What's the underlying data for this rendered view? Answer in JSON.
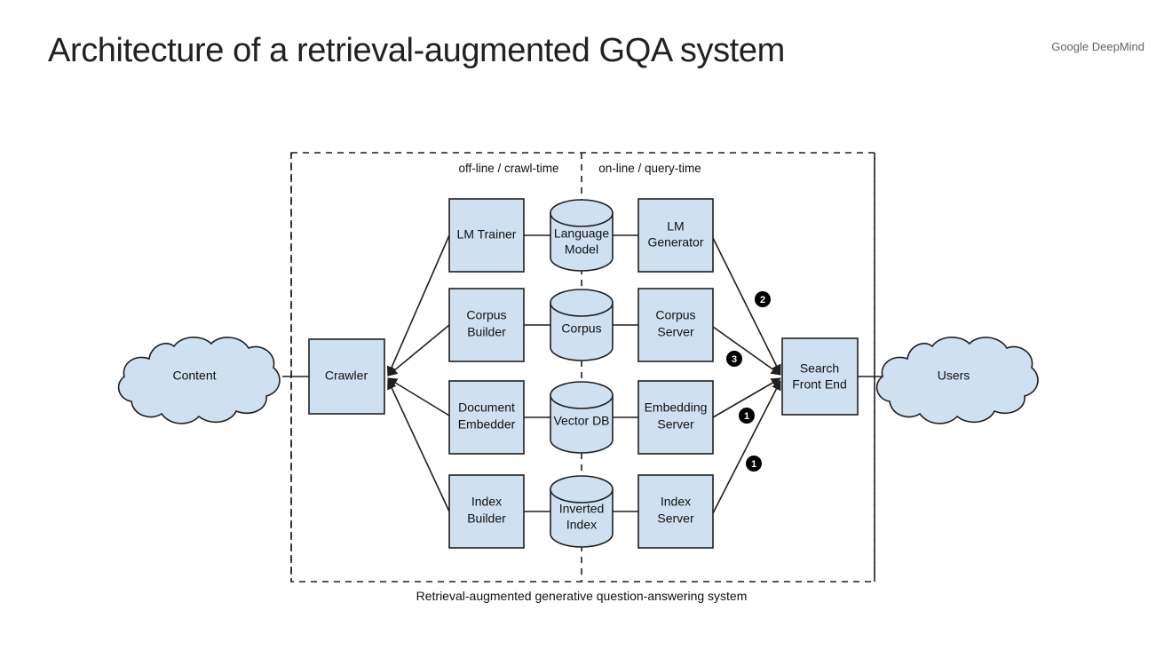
{
  "slide": {
    "title": "Architecture of a retrieval-augmented GQA system",
    "brand": "Google DeepMind",
    "caption": "Retrieval-augmented generative question-answering system"
  },
  "colors": {
    "node_fill": "#cfe0f0",
    "node_stroke": "#1f1f1f",
    "line": "#1f1f1f",
    "badge_fill": "#000000",
    "badge_text": "#ffffff",
    "title_text": "#202124",
    "brand_text": "#5f6368",
    "background": "#ffffff"
  },
  "phases": [
    {
      "id": "offline",
      "label": "off-line / crawl-time"
    },
    {
      "id": "online",
      "label": "on-line / query-time"
    }
  ],
  "external": [
    {
      "id": "content",
      "label": "Content",
      "shape": "cloud",
      "side": "left"
    },
    {
      "id": "users",
      "label": "Users",
      "shape": "cloud",
      "side": "right"
    }
  ],
  "entry": {
    "id": "crawler",
    "label": "Crawler",
    "shape": "box"
  },
  "exit": {
    "id": "search-front-end",
    "label": "Search\nFront End",
    "line1": "Search",
    "line2": "Front End",
    "shape": "box"
  },
  "rows": [
    {
      "id": "row-lm",
      "builder": {
        "id": "lm-trainer",
        "label": "LM Trainer",
        "line1": "LM Trainer",
        "line2": ""
      },
      "store": {
        "id": "language-model",
        "label": "Language Model",
        "line1": "Language",
        "line2": "Model",
        "shape": "cylinder"
      },
      "server": {
        "id": "lm-generator",
        "label": "LM Generator",
        "line1": "LM",
        "line2": "Generator"
      }
    },
    {
      "id": "row-corpus",
      "builder": {
        "id": "corpus-builder",
        "label": "Corpus Builder",
        "line1": "Corpus",
        "line2": "Builder"
      },
      "store": {
        "id": "corpus",
        "label": "Corpus",
        "line1": "Corpus",
        "line2": "",
        "shape": "cylinder"
      },
      "server": {
        "id": "corpus-server",
        "label": "Corpus Server",
        "line1": "Corpus",
        "line2": "Server"
      }
    },
    {
      "id": "row-vector",
      "builder": {
        "id": "document-embedder",
        "label": "Document Embedder",
        "line1": "Document",
        "line2": "Embedder"
      },
      "store": {
        "id": "vector-db",
        "label": "Vector DB",
        "line1": "Vector DB",
        "line2": "",
        "shape": "cylinder"
      },
      "server": {
        "id": "embedding-server",
        "label": "Embedding Server",
        "line1": "Embedding",
        "line2": "Server"
      }
    },
    {
      "id": "row-index",
      "builder": {
        "id": "index-builder",
        "label": "Index Builder",
        "line1": "Index",
        "line2": "Builder"
      },
      "store": {
        "id": "inverted-index",
        "label": "Inverted Index",
        "line1": "Inverted",
        "line2": "Index",
        "shape": "cylinder"
      },
      "server": {
        "id": "index-server",
        "label": "Index Server",
        "line1": "Index",
        "line2": "Server"
      }
    }
  ],
  "step_badges": [
    {
      "id": "badge-2",
      "number": "2",
      "near": "lm-generator"
    },
    {
      "id": "badge-3",
      "number": "3",
      "near": "corpus-server"
    },
    {
      "id": "badge-1a",
      "number": "1",
      "near": "embedding-server"
    },
    {
      "id": "badge-1b",
      "number": "1",
      "near": "index-server"
    }
  ]
}
